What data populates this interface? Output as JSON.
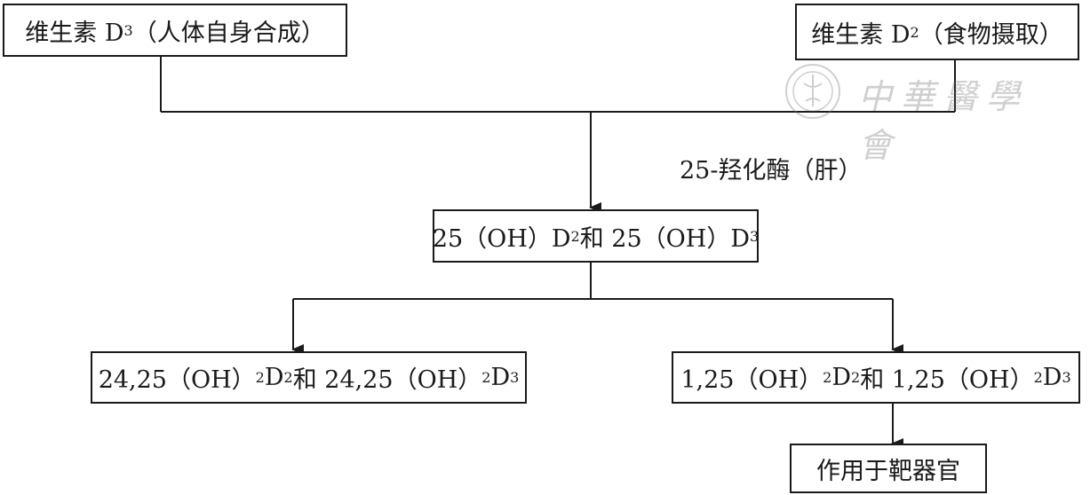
{
  "nodes": {
    "d3_source": {
      "prefix": "维生素 D",
      "sub": "3",
      "suffix": "（人体自身合成）"
    },
    "d2_source": {
      "prefix": "维生素 D",
      "sub": "2",
      "suffix": "（食物摄取）"
    },
    "hydroxy_25": {
      "p1": "25（OH）D",
      "s1": "2",
      "p2": "和 25（OH）D",
      "s2": "3"
    },
    "hydroxy_24_25": {
      "p1": "24,25（OH）",
      "s1": "2",
      "p2": "D",
      "s2": "2",
      "p3": "和 24,25（OH）",
      "s3": "2",
      "p4": "D",
      "s4": "3"
    },
    "hydroxy_1_25": {
      "p1": "1,25（OH）",
      "s1": "2",
      "p2": "D",
      "s2": "2",
      "p3": "和 1,25（OH）",
      "s3": "2",
      "p4": "D",
      "s4": "3"
    },
    "target": {
      "label": "作用于靶器官"
    }
  },
  "edge_labels": {
    "enzyme": "25-羟化酶（肝）"
  },
  "watermark": {
    "text": "中華醫學會"
  }
}
